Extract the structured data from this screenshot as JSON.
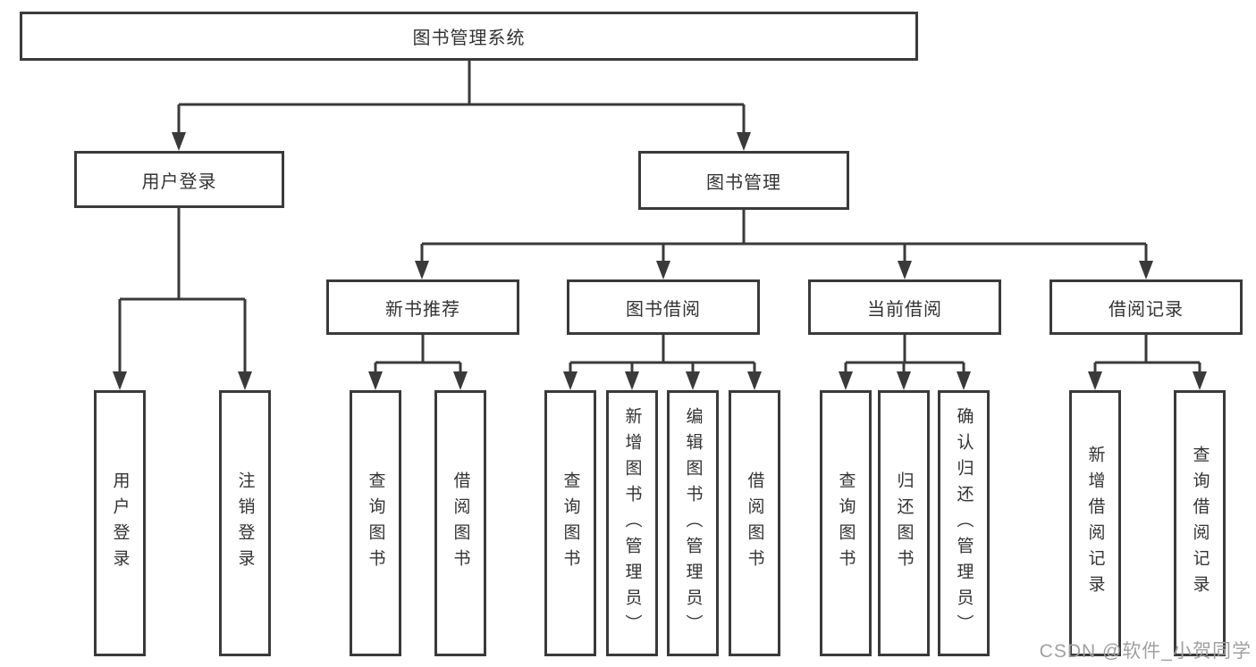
{
  "diagram": {
    "nodes": {
      "root": "图书管理系统",
      "user_login": "用户登录",
      "book_management": "图书管理",
      "new_book_recommend": "新书推荐",
      "book_borrowing": "图书借阅",
      "current_borrowing": "当前借阅",
      "borrow_records": "借阅记录"
    },
    "leaves": {
      "user_login": [
        "用户登录",
        "注销登录"
      ],
      "new_book_recommend": [
        "查询图书",
        "借阅图书"
      ],
      "book_borrowing": [
        "查询图书",
        "新增图书（管理员）",
        "编辑图书（管理员）",
        "借阅图书"
      ],
      "current_borrowing": [
        "查询图书",
        "归还图书",
        "确认归还（管理员）"
      ],
      "borrow_records": [
        "新增借阅记录",
        "查询借阅记录"
      ]
    },
    "colors": {
      "line": "#3a3a3a",
      "text": "#333333",
      "watermark": "#a0a0a0"
    },
    "watermark": "CSDN @软件_小贺同学"
  }
}
